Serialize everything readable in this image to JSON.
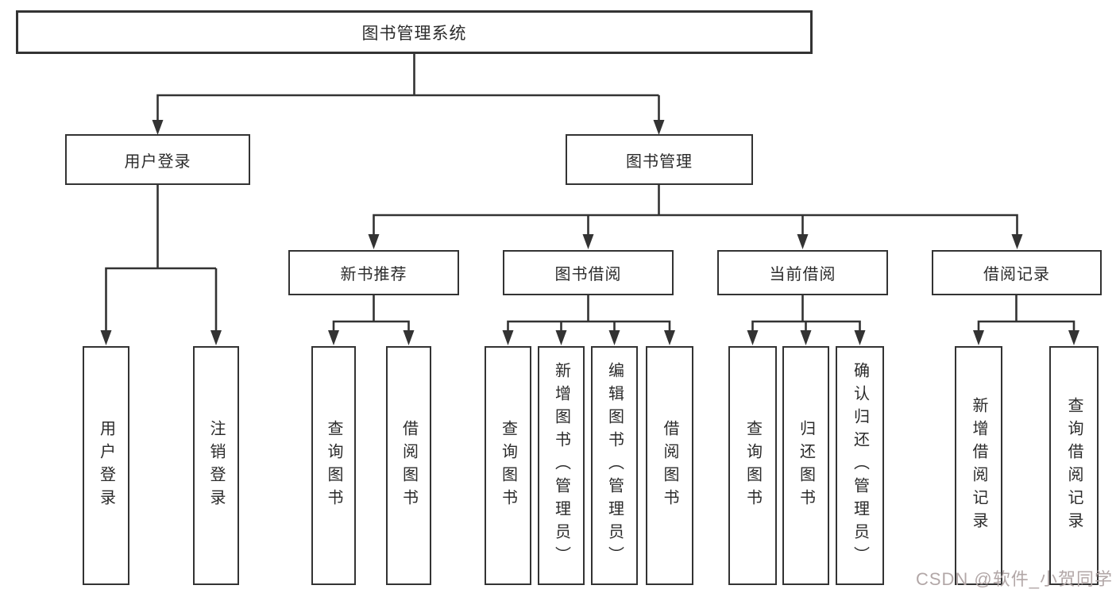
{
  "colors": {
    "line": "#333333",
    "box_border": "#333333",
    "box_background": "#ffffff",
    "text": "#2b2b2b",
    "watermark_text": "#b2a7a7"
  },
  "watermark": {
    "label": "CSDN @软件_小贺同学"
  },
  "tree": {
    "root": {
      "label": "图书管理系统"
    },
    "branches": [
      {
        "label": "用户登录",
        "children": [
          {
            "label": "用户登录"
          },
          {
            "label": "注销登录"
          }
        ]
      },
      {
        "label": "图书管理",
        "children": [
          {
            "label": "新书推荐",
            "children": [
              {
                "label": "查询图书"
              },
              {
                "label": "借阅图书"
              }
            ]
          },
          {
            "label": "图书借阅",
            "children": [
              {
                "label": "查询图书"
              },
              {
                "label": "新增图书（管理员）"
              },
              {
                "label": "编辑图书（管理员）"
              },
              {
                "label": "借阅图书"
              }
            ]
          },
          {
            "label": "当前借阅",
            "children": [
              {
                "label": "查询图书"
              },
              {
                "label": "归还图书"
              },
              {
                "label": "确认归还（管理员）"
              }
            ]
          },
          {
            "label": "借阅记录",
            "children": [
              {
                "label": "新增借阅记录"
              },
              {
                "label": "查询借阅记录"
              }
            ]
          }
        ]
      }
    ]
  }
}
